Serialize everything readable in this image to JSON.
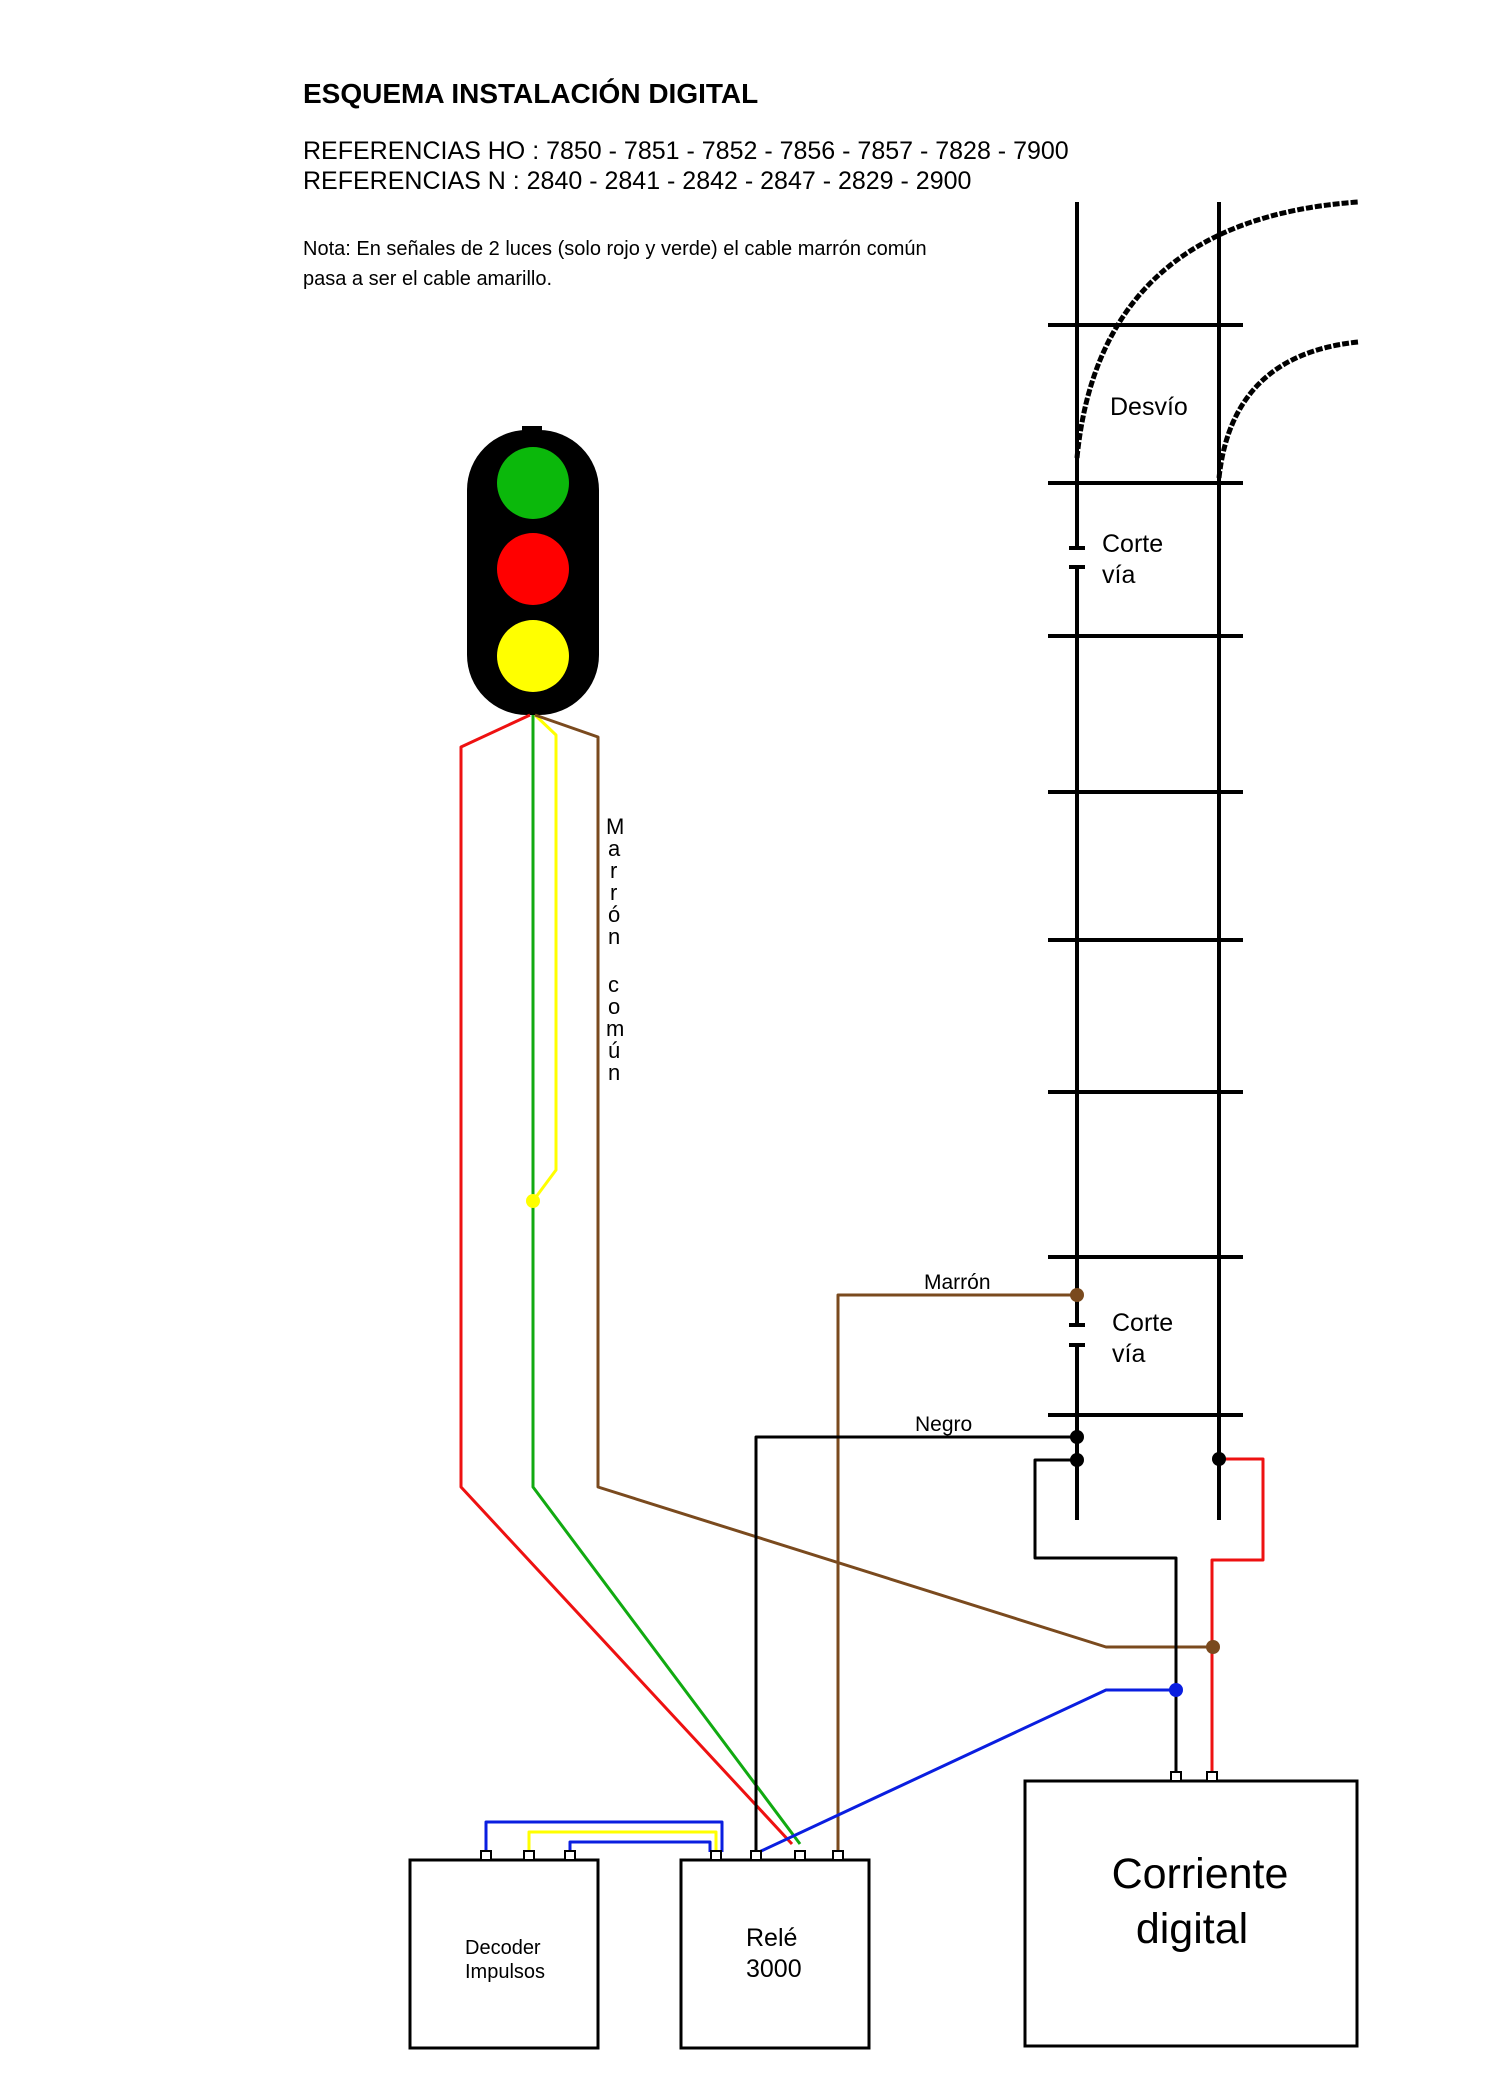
{
  "header": {
    "title": "ESQUEMA INSTALACIÓN DIGITAL",
    "ref_ho": "REFERENCIAS HO : 7850 - 7851 - 7852 - 7856 - 7857 - 7828 - 7900",
    "ref_n": "REFERENCIAS   N : 2840 - 2841 - 2842 - 2847 - 2829 - 2900",
    "note_line1": "Nota: En señales de 2 luces  (solo rojo y verde) el cable marrón común",
    "note_line2": "pasa a ser el cable amarillo."
  },
  "track": {
    "desvio": "Desvío",
    "corte_1_line1": "Corte",
    "corte_1_line2": "vía",
    "corte_2_line1": "Corte",
    "corte_2_line2": "vía"
  },
  "wires": {
    "marron": "Marrón",
    "negro": "Negro",
    "marron_comun": [
      "M",
      "a",
      "r",
      "r",
      "ó",
      "n",
      "c",
      "o",
      "m",
      "ú",
      "n"
    ]
  },
  "boxes": {
    "decoder_line1": "Decoder",
    "decoder_line2": "Impulsos",
    "rele_line1": "Relé",
    "rele_line2": "3000",
    "corriente_line1": "Corriente",
    "corriente_line2": "digital"
  },
  "colors": {
    "signal_green": "#0bb80b",
    "signal_red": "#ff0000",
    "signal_yellow": "#ffff00",
    "wire_red": "#ee1111",
    "wire_green": "#11aa11",
    "wire_yellow": "#ffff00",
    "wire_brown": "#7a4a1e",
    "wire_blue": "#0a1ee0",
    "wire_black": "#000000"
  }
}
